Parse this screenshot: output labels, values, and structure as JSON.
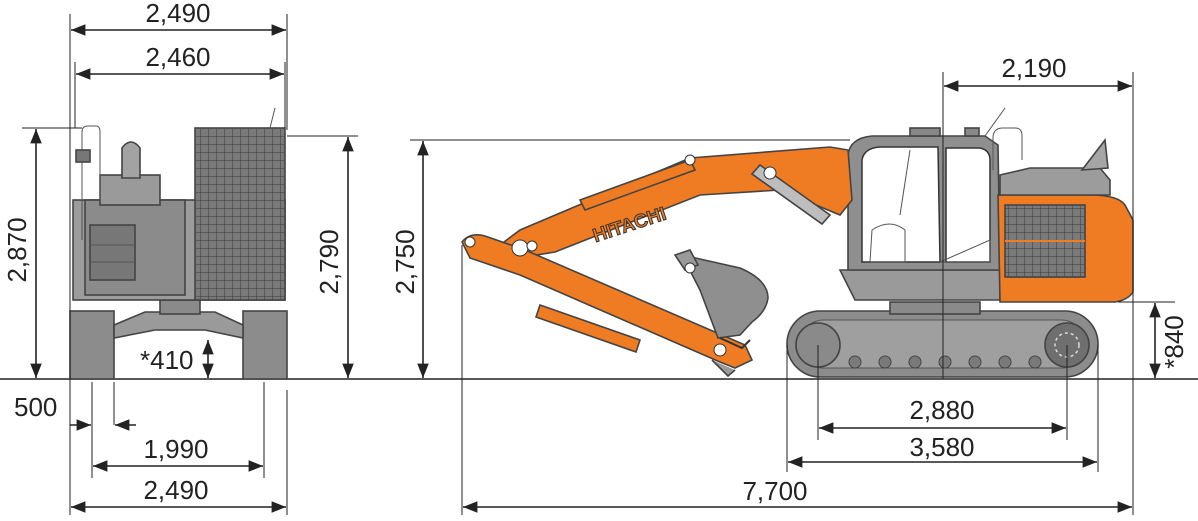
{
  "colors": {
    "body_orange": "#ef7b22",
    "machine_gray": "#8c8c8c",
    "dark_gray": "#6b6b6b",
    "light_gray": "#bdbdbd",
    "line": "#222222"
  },
  "brand": {
    "boom_text": "HITACHI"
  },
  "dimensions": {
    "front_top_width": "2,490",
    "front_cab_width": "2,460",
    "front_total_height": "2,870",
    "front_cab_height": "2,790",
    "front_ground_clearance": "*410",
    "front_shoe_width": "500",
    "front_track_gauge": "1,990",
    "front_track_width": "2,490",
    "side_rear_radius": "2,190",
    "side_boom_height": "2,750",
    "side_counterweight_clearance": "*840",
    "side_tumbler_distance": "2,880",
    "side_track_length": "3,580",
    "side_overall_length": "7,700"
  }
}
